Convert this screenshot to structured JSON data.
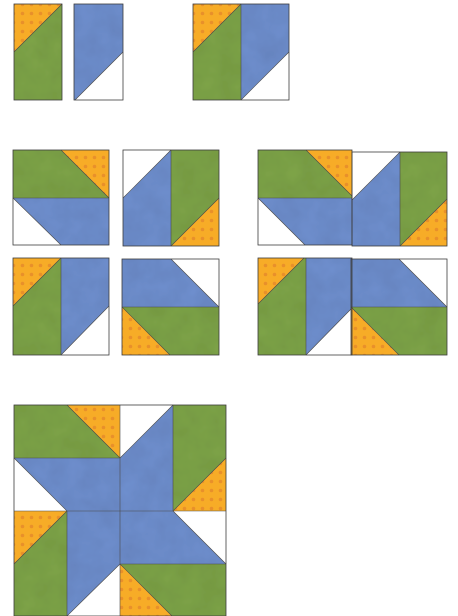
{
  "colors": {
    "green": "#7fa548",
    "blue": "#6f90cf",
    "orange": "#f7ac27",
    "white": "#ffffff",
    "seam": "#4a4a4a"
  },
  "steps": [
    {
      "step": 1,
      "pieces": [
        "orange-green-strip",
        "blue-white-strip",
        "sewn-rectangle-unit"
      ]
    },
    {
      "step": 2,
      "pieces": [
        "unit-top-left",
        "unit-top-right",
        "unit-bottom-left",
        "unit-bottom-right",
        "joined-top-row",
        "joined-bottom-row"
      ]
    },
    {
      "step": 3,
      "pieces": [
        "finished-pinwheel-block"
      ]
    }
  ]
}
